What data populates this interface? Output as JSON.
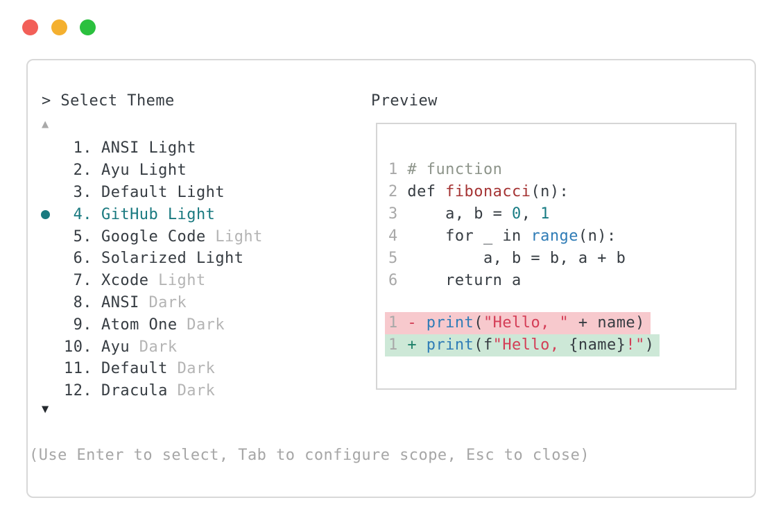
{
  "window_controls": {
    "buttons": [
      {
        "name": "close",
        "color": "#f25f58"
      },
      {
        "name": "minimize",
        "color": "#f4b02f"
      },
      {
        "name": "zoom",
        "color": "#2bc03e"
      }
    ]
  },
  "prompt": {
    "label": "> Select Theme"
  },
  "scroll": {
    "up_symbol": "▲",
    "down_symbol": "▼"
  },
  "theme_list": {
    "indicator_symbol": "●",
    "items": [
      {
        "num": "1.",
        "name": "ANSI Light",
        "variant": "",
        "selected": false
      },
      {
        "num": "2.",
        "name": "Ayu Light",
        "variant": "",
        "selected": false
      },
      {
        "num": "3.",
        "name": "Default Light",
        "variant": "",
        "selected": false
      },
      {
        "num": "4.",
        "name": "GitHub Light",
        "variant": "",
        "selected": true
      },
      {
        "num": "5.",
        "name": "Google Code",
        "variant": "Light",
        "selected": false
      },
      {
        "num": "6.",
        "name": "Solarized Light",
        "variant": "",
        "selected": false
      },
      {
        "num": "7.",
        "name": "Xcode",
        "variant": "Light",
        "selected": false
      },
      {
        "num": "8.",
        "name": "ANSI",
        "variant": "Dark",
        "selected": false
      },
      {
        "num": "9.",
        "name": "Atom One",
        "variant": "Dark",
        "selected": false
      },
      {
        "num": "10.",
        "name": "Ayu",
        "variant": "Dark",
        "selected": false
      },
      {
        "num": "11.",
        "name": "Default",
        "variant": "Dark",
        "selected": false
      },
      {
        "num": "12.",
        "name": "Dracula",
        "variant": "Dark",
        "selected": false
      }
    ]
  },
  "preview": {
    "label": "Preview",
    "code_lines": [
      {
        "num": "1",
        "tokens": [
          {
            "text": "# function",
            "type": "comment"
          }
        ]
      },
      {
        "num": "2",
        "tokens": [
          {
            "text": "def ",
            "type": "code"
          },
          {
            "text": "fibonacci",
            "type": "func"
          },
          {
            "text": "(n):",
            "type": "code"
          }
        ]
      },
      {
        "num": "3",
        "tokens": [
          {
            "text": "    a, b = ",
            "type": "code"
          },
          {
            "text": "0",
            "type": "number"
          },
          {
            "text": ", ",
            "type": "code"
          },
          {
            "text": "1",
            "type": "number"
          }
        ]
      },
      {
        "num": "4",
        "tokens": [
          {
            "text": "    for _ in ",
            "type": "code"
          },
          {
            "text": "range",
            "type": "builtin"
          },
          {
            "text": "(n):",
            "type": "code"
          }
        ]
      },
      {
        "num": "5",
        "tokens": [
          {
            "text": "        a, b = b, a + b",
            "type": "code"
          }
        ]
      },
      {
        "num": "6",
        "tokens": [
          {
            "text": "    return a",
            "type": "code"
          }
        ]
      }
    ],
    "diff_lines": [
      {
        "num": "1",
        "sign": "-",
        "kind": "removed",
        "tokens": [
          {
            "text": "print",
            "type": "builtin"
          },
          {
            "text": "(",
            "type": "code"
          },
          {
            "text": "\"Hello, \"",
            "type": "string"
          },
          {
            "text": " + name)",
            "type": "code"
          }
        ]
      },
      {
        "num": "1",
        "sign": "+",
        "kind": "added",
        "tokens": [
          {
            "text": "print",
            "type": "builtin"
          },
          {
            "text": "(f",
            "type": "code"
          },
          {
            "text": "\"Hello, ",
            "type": "string"
          },
          {
            "text": "{name}",
            "type": "code"
          },
          {
            "text": "!\"",
            "type": "string"
          },
          {
            "text": ")",
            "type": "code"
          }
        ]
      }
    ],
    "colors": {
      "code": "#363c42",
      "comment": "#8d948a",
      "func": "#a53434",
      "builtin": "#2f7cb6",
      "number": "#187c84",
      "string": "#d43d56",
      "line_number": "#a8a8a8",
      "sign_removed": "#d03a52",
      "sign_added": "#1c7f68",
      "removed_bg": "#f7c9cd",
      "added_bg": "#cde8d7"
    }
  },
  "footer": {
    "hint": "(Use Enter to select, Tab to configure scope, Esc to close)"
  },
  "ui_colors": {
    "text_dark": "#363c42",
    "text_gray": "#b4b4b4",
    "selection_teal": "#19797f",
    "hint_gray": "#a6a6a6",
    "border_gray": "#d8d8d8"
  }
}
